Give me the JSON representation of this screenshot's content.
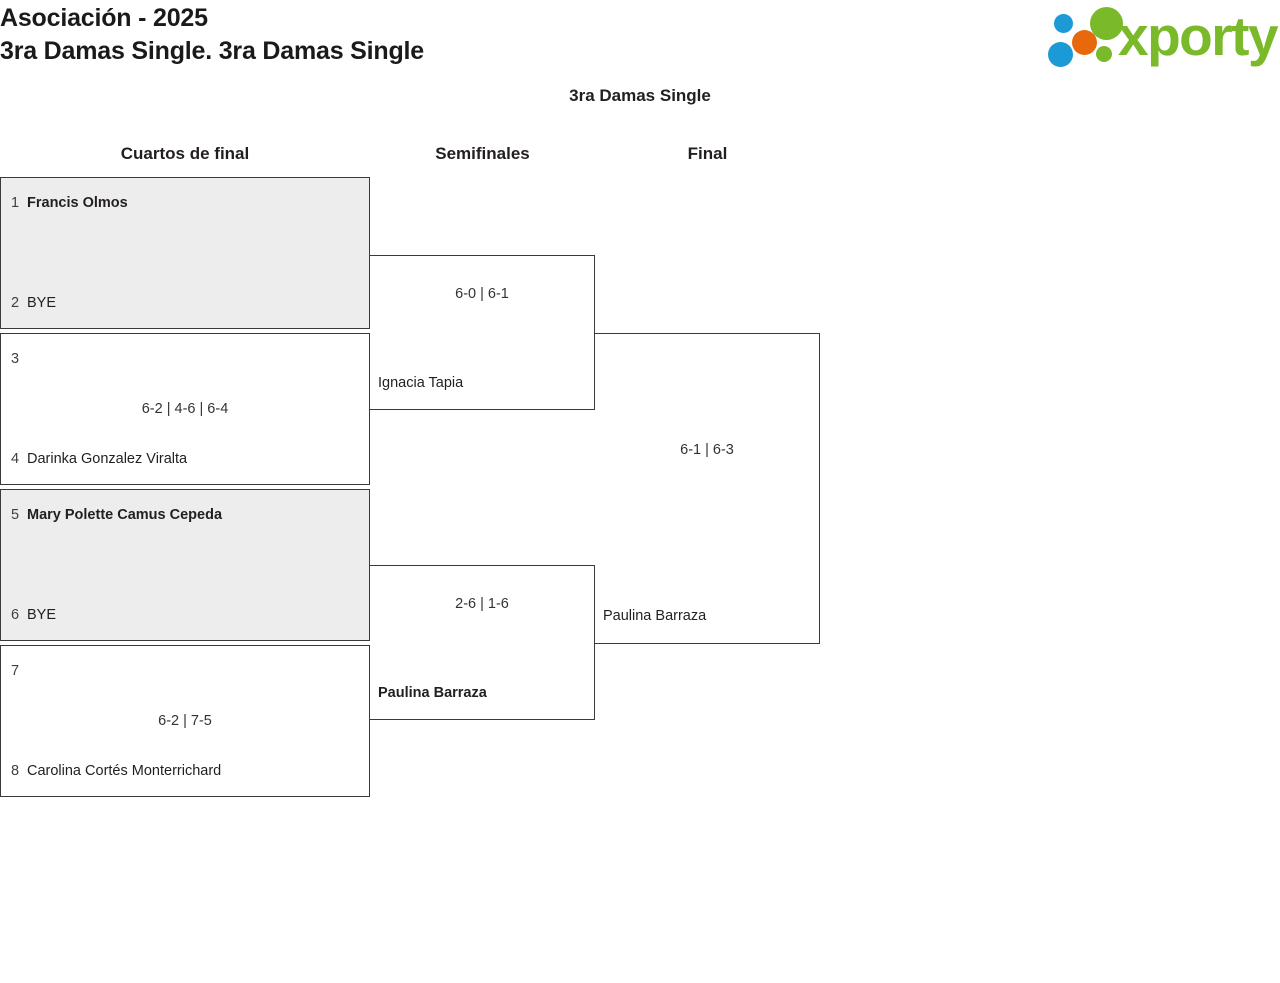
{
  "header": {
    "org_line": "Asociación - 2025",
    "event_line": "3ra Damas Single. 3ra Damas Single",
    "logo_word": "xporty"
  },
  "bracket": {
    "title": "3ra Damas Single",
    "rounds": [
      {
        "label": "Cuartos de final"
      },
      {
        "label": "Semifinales"
      },
      {
        "label": "Final"
      }
    ],
    "quarterfinals": [
      {
        "shaded": true,
        "top": {
          "seed": "1",
          "name": "Francis Olmos",
          "winner": true
        },
        "bottom": {
          "seed": "2",
          "name": "BYE",
          "winner": false
        },
        "score": ""
      },
      {
        "shaded": false,
        "top": {
          "seed": "3",
          "name": "",
          "winner": false
        },
        "bottom": {
          "seed": "4",
          "name": "Darinka Gonzalez Viralta",
          "winner": false
        },
        "score": "6-2 | 4-6 | 6-4"
      },
      {
        "shaded": true,
        "top": {
          "seed": "5",
          "name": "Mary Polette Camus Cepeda",
          "winner": true
        },
        "bottom": {
          "seed": "6",
          "name": "BYE",
          "winner": false
        },
        "score": ""
      },
      {
        "shaded": false,
        "top": {
          "seed": "7",
          "name": "",
          "winner": false
        },
        "bottom": {
          "seed": "8",
          "name": "Carolina Cortés Monterrichard",
          "winner": false
        },
        "score": "6-2 | 7-5"
      }
    ],
    "semifinals": [
      {
        "score": "6-0 | 6-1",
        "bottom": {
          "name": "Ignacia Tapia",
          "winner": false
        }
      },
      {
        "score": "2-6 | 1-6",
        "bottom": {
          "name": "Paulina Barraza",
          "winner": true
        }
      }
    ],
    "final": [
      {
        "score": "6-1 | 6-3",
        "bottom": {
          "name": "Paulina Barraza",
          "winner": false
        }
      }
    ]
  },
  "colors": {
    "logo_green": "#7ab929",
    "logo_blue": "#1b9ad6",
    "logo_orange": "#e8690b",
    "shaded_row": "#ededed",
    "border": "#3a3a3a"
  }
}
